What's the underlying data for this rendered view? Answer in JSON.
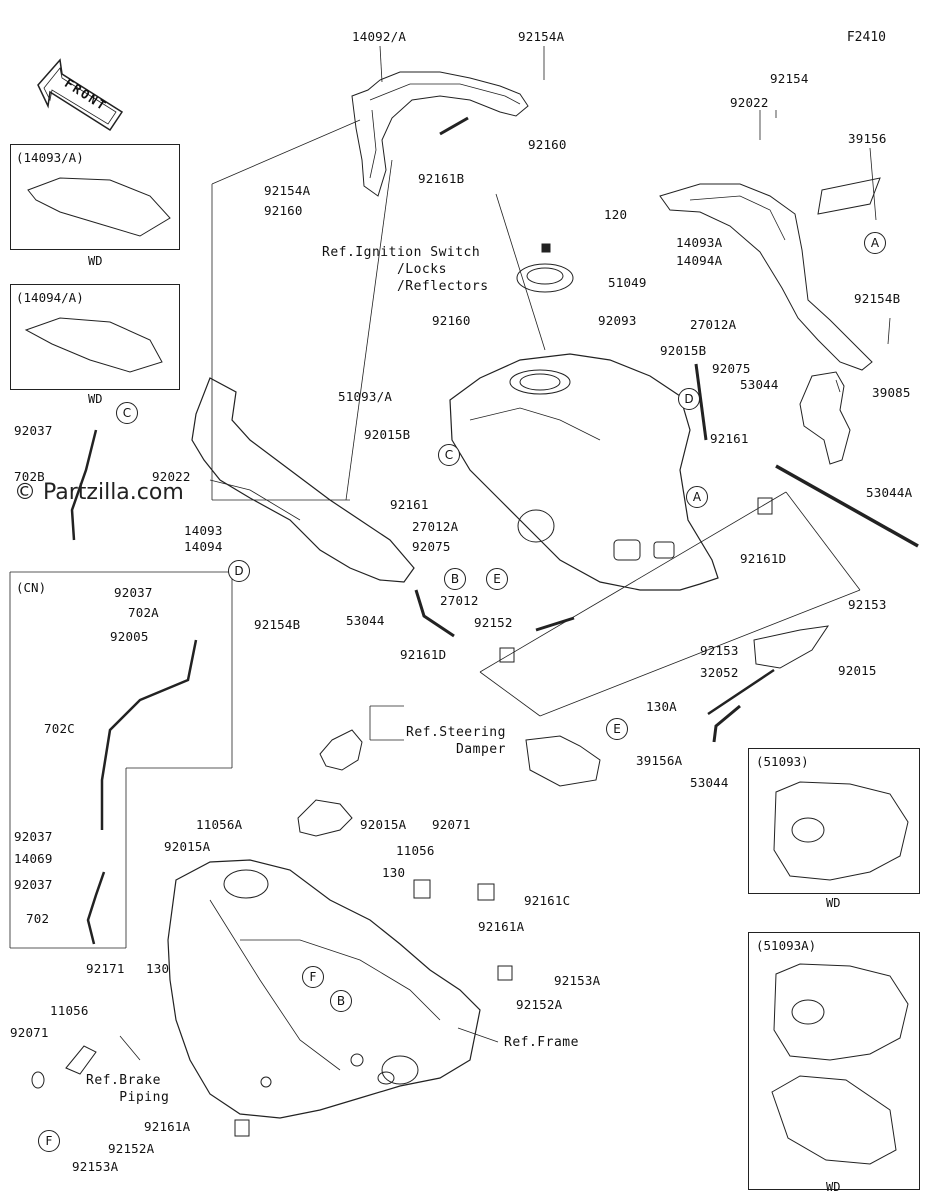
{
  "page_code": "F2410",
  "watermark": "© Partzilla.com",
  "front_label": "FRONT",
  "part_labels": [
    {
      "id": "p1",
      "text": "14092/A"
    },
    {
      "id": "p2",
      "text": "92154A"
    },
    {
      "id": "p3",
      "text": "92160"
    },
    {
      "id": "p4",
      "text": "92161B"
    },
    {
      "id": "p5",
      "text": "92154A"
    },
    {
      "id": "p6",
      "text": "92160"
    },
    {
      "id": "p7",
      "text": "92022"
    },
    {
      "id": "p8",
      "text": "92154"
    },
    {
      "id": "p9",
      "text": "39156"
    },
    {
      "id": "p10",
      "text": "14093A"
    },
    {
      "id": "p11",
      "text": "14094A"
    },
    {
      "id": "p12",
      "text": "92154B"
    },
    {
      "id": "p13",
      "text": "120"
    },
    {
      "id": "p14",
      "text": "51049"
    },
    {
      "id": "p15",
      "text": "92160"
    },
    {
      "id": "p16",
      "text": "92093"
    },
    {
      "id": "p17",
      "text": "27012A"
    },
    {
      "id": "p18",
      "text": "92015B"
    },
    {
      "id": "p19",
      "text": "92075"
    },
    {
      "id": "p20",
      "text": "53044"
    },
    {
      "id": "p21",
      "text": "39085"
    },
    {
      "id": "p22",
      "text": "51093/A"
    },
    {
      "id": "p23",
      "text": "92161"
    },
    {
      "id": "p24",
      "text": "27012"
    },
    {
      "id": "p25",
      "text": "92037"
    },
    {
      "id": "p26",
      "text": "92022"
    },
    {
      "id": "p27",
      "text": "702B"
    },
    {
      "id": "p28",
      "text": "92015B"
    },
    {
      "id": "p29",
      "text": "53044A"
    },
    {
      "id": "p30",
      "text": "14093"
    },
    {
      "id": "p31",
      "text": "14094"
    },
    {
      "id": "p32",
      "text": "92161"
    },
    {
      "id": "p33",
      "text": "27012A"
    },
    {
      "id": "p34",
      "text": "92075"
    },
    {
      "id": "p35",
      "text": "92161D"
    },
    {
      "id": "p36",
      "text": "92154B"
    },
    {
      "id": "p37",
      "text": "53044"
    },
    {
      "id": "p38",
      "text": "27012"
    },
    {
      "id": "p39",
      "text": "92152"
    },
    {
      "id": "p40",
      "text": "92153"
    },
    {
      "id": "p41",
      "text": "92161D"
    },
    {
      "id": "p42",
      "text": "92153"
    },
    {
      "id": "p43",
      "text": "32052"
    },
    {
      "id": "p44",
      "text": "92015"
    },
    {
      "id": "p45",
      "text": "130A"
    },
    {
      "id": "p46",
      "text": "39156A"
    },
    {
      "id": "p47",
      "text": "53044"
    },
    {
      "id": "p48",
      "text": "92037"
    },
    {
      "id": "p49",
      "text": "702A"
    },
    {
      "id": "p50",
      "text": "92005"
    },
    {
      "id": "p51",
      "text": "702C"
    },
    {
      "id": "p52",
      "text": "92037"
    },
    {
      "id": "p53",
      "text": "14069"
    },
    {
      "id": "p54",
      "text": "92037"
    },
    {
      "id": "p55",
      "text": "702"
    },
    {
      "id": "p56",
      "text": "92015A"
    },
    {
      "id": "p57",
      "text": "11056A"
    },
    {
      "id": "p58",
      "text": "92015A"
    },
    {
      "id": "p59",
      "text": "92071"
    },
    {
      "id": "p60",
      "text": "11056"
    },
    {
      "id": "p61",
      "text": "130"
    },
    {
      "id": "p62",
      "text": "92161C"
    },
    {
      "id": "p63",
      "text": "92161A"
    },
    {
      "id": "p64",
      "text": "92153A"
    },
    {
      "id": "p65",
      "text": "92152A"
    },
    {
      "id": "p66",
      "text": "92171"
    },
    {
      "id": "p67",
      "text": "130"
    },
    {
      "id": "p68",
      "text": "11056"
    },
    {
      "id": "p69",
      "text": "92071"
    },
    {
      "id": "p70",
      "text": "92161A"
    },
    {
      "id": "p71",
      "text": "92152A"
    },
    {
      "id": "p72",
      "text": "92153A"
    }
  ],
  "references": [
    {
      "id": "r1",
      "text": "Ref.Ignition Switch\n         /Locks\n         /Reflectors"
    },
    {
      "id": "r2",
      "text": "Ref.Steering\n      Damper"
    },
    {
      "id": "r3",
      "text": "Ref.Frame"
    },
    {
      "id": "r4",
      "text": "Ref.Brake\n    Piping"
    }
  ],
  "callouts": [
    {
      "id": "c1",
      "text": "A"
    },
    {
      "id": "c2",
      "text": "A"
    },
    {
      "id": "c3",
      "text": "C"
    },
    {
      "id": "c4",
      "text": "C"
    },
    {
      "id": "c5",
      "text": "D"
    },
    {
      "id": "c6",
      "text": "D"
    },
    {
      "id": "c7",
      "text": "B"
    },
    {
      "id": "c8",
      "text": "E"
    },
    {
      "id": "c9",
      "text": "E"
    },
    {
      "id": "c10",
      "text": "F"
    },
    {
      "id": "c11",
      "text": "B"
    },
    {
      "id": "c12",
      "text": "F"
    }
  ],
  "inset_boxes": [
    {
      "id": "b1",
      "title": "(14093/A)",
      "footer": "WD"
    },
    {
      "id": "b2",
      "title": "(14094/A)",
      "footer": "WD"
    },
    {
      "id": "b3",
      "title": "(CN)",
      "footer": ""
    },
    {
      "id": "b4",
      "title": "(51093)",
      "footer": "WD"
    },
    {
      "id": "b5",
      "title": "(51093A)",
      "footer": "WD"
    }
  ]
}
